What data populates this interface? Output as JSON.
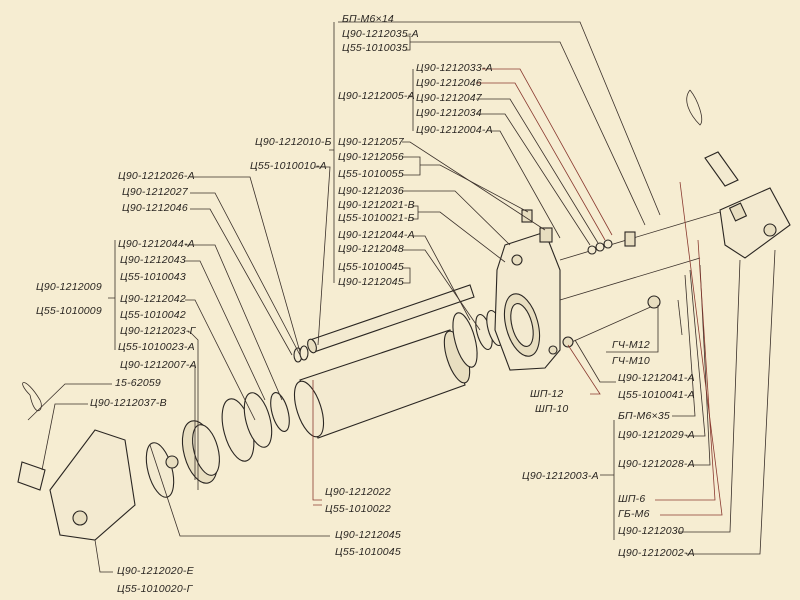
{
  "diagram": {
    "title": "Hydraulic cylinder exploded view",
    "labels": {
      "bp_m6x14": "БП-М6×14",
      "c90_1212035_a": "Ц90-1212035-А",
      "c55_1010035": "Ц55-1010035",
      "c90_1212005_a": "Ц90-1212005-А",
      "c90_1212033_a": "Ц90-1212033-А",
      "c90_1212046_top": "Ц90-1212046",
      "c90_1212047": "Ц90-1212047",
      "c90_1212034": "Ц90-1212034",
      "c90_1212004_a": "Ц90-1212004-А",
      "c90_1212057": "Ц90-1212057",
      "c90_1212056": "Ц90-1212056",
      "c55_1010055": "Ц55-1010055",
      "c90_1212036": "Ц90-1212036",
      "c90_1212021_v": "Ц90-1212021-В",
      "c55_1010021_b": "Ц55-1010021-Б",
      "c90_1212044_a_top": "Ц90-1212044-А",
      "c90_1212048": "Ц90-1212048",
      "c55_1010045_top": "Ц55-1010045",
      "c90_1212045_top": "Ц90-1212045",
      "c90_1212010_b": "Ц90-1212010-Б",
      "c55_1010010_a": "Ц55-1010010-А",
      "c90_1212026_a": "Ц90-1212026-А",
      "c90_1212027": "Ц90-1212027",
      "c90_1212046_left": "Ц90-1212046",
      "c90_1212044_a_left": "Ц90-1212044-А",
      "c90_1212043": "Ц90-1212043",
      "c55_1010043": "Ц55-1010043",
      "c90_1212009": "Ц90-1212009",
      "c55_1010009": "Ц55-1010009",
      "c90_1212042": "Ц90-1212042",
      "c55_1010042": "Ц55-1010042",
      "c90_1212023_g": "Ц90-1212023-Г",
      "c55_1010023_a": "Ц55-1010023-А",
      "c90_1212007_a": "Ц90-1212007-А",
      "p15_62059": "15-62059",
      "c90_1212037_v": "Ц90-1212037-В",
      "gch_m12": "ГЧ-М12",
      "gch_m10": "ГЧ-М10",
      "c90_1212041_a": "Ц90-1212041-А",
      "c55_1010041_a": "Ц55-1010041-А",
      "shp_12": "ШП-12",
      "shp_10": "ШП-10",
      "bp_m6x35": "БП-М6×35",
      "c90_1212029_a": "Ц90-1212029-А",
      "c90_1212028_a": "Ц90-1212028-А",
      "c90_1212003_a": "Ц90-1212003-А",
      "shp_6": "ШП-6",
      "gb_m6": "ГБ-М6",
      "c90_1212030": "Ц90-1212030",
      "c90_1212002_a": "Ц90-1212002-А",
      "c90_1212022": "Ц90-1212022",
      "c55_1010022": "Ц55-1010022",
      "c90_1212045_bottom": "Ц90-1212045",
      "c55_1010045_bottom": "Ц55-1010045",
      "c90_1212020_e": "Ц90-1212020-Е",
      "c55_1010020_g": "Ц55-1010020-Г"
    }
  }
}
